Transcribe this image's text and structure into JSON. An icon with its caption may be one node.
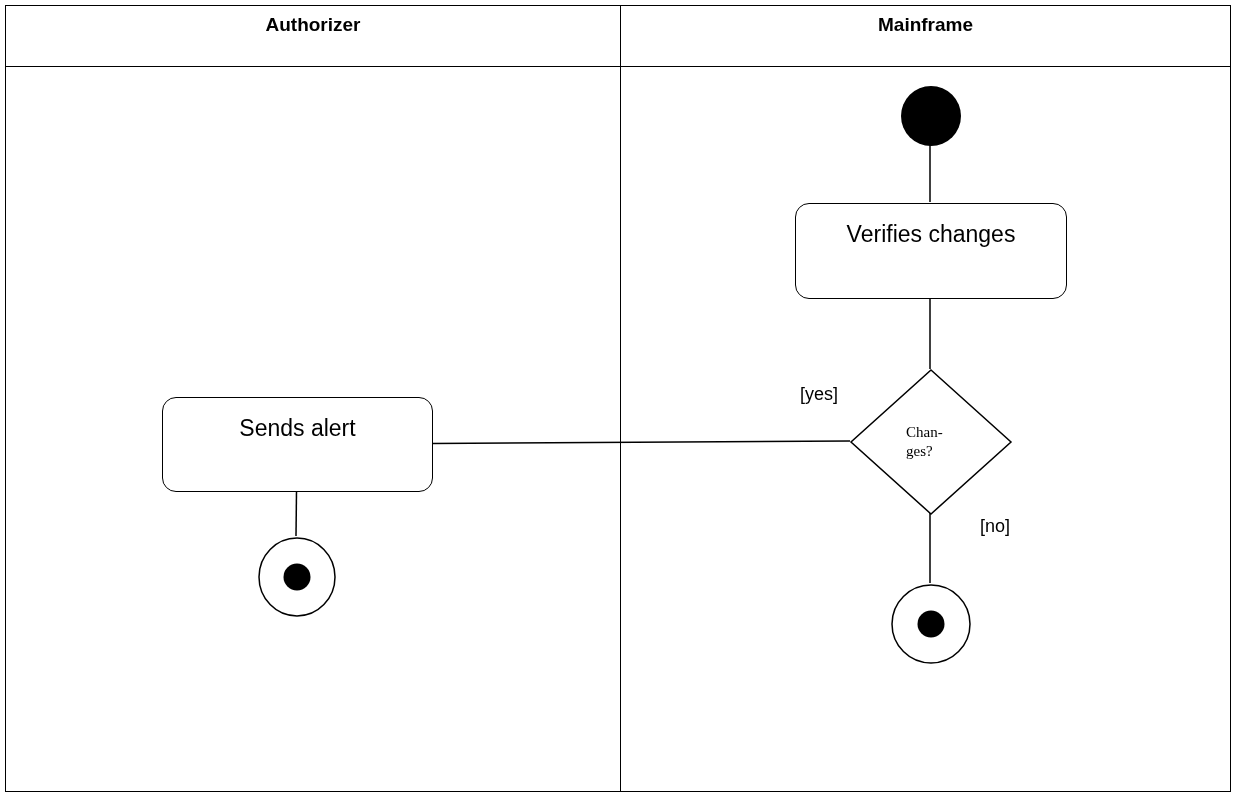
{
  "diagram": {
    "nodes": [
      {
        "text": [
          "Authorizer"
        ]
      },
      {
        "text": [
          "Mainframe"
        ]
      },
      {
        "text": [],
        "shape": "circle",
        "in": 1
      },
      {
        "text": [
          "Verifies changes"
        ],
        "in": 1
      },
      {
        "text": [
          "Chan- ges?"
        ],
        "in": 1
      },
      {
        "text": [
          "Sends alert"
        ],
        "in": 0
      },
      {
        "text": [],
        "shape": "circle",
        "in": 0
      },
      {
        "text": [],
        "shape": "circle",
        "in": 1
      }
    ],
    "edges": [
      {
        "from": 2,
        "to": 3,
        "arrow": "none"
      },
      {
        "from": 3,
        "to": 4,
        "arrow": "none"
      },
      {
        "from": 4,
        "to": 5,
        "arrow": "none",
        "label": "[yes]"
      },
      {
        "from": 4,
        "to": 7,
        "arrow": "none",
        "label": "[no]"
      },
      {
        "from": 5,
        "to": 6,
        "arrow": "none"
      }
    ]
  }
}
